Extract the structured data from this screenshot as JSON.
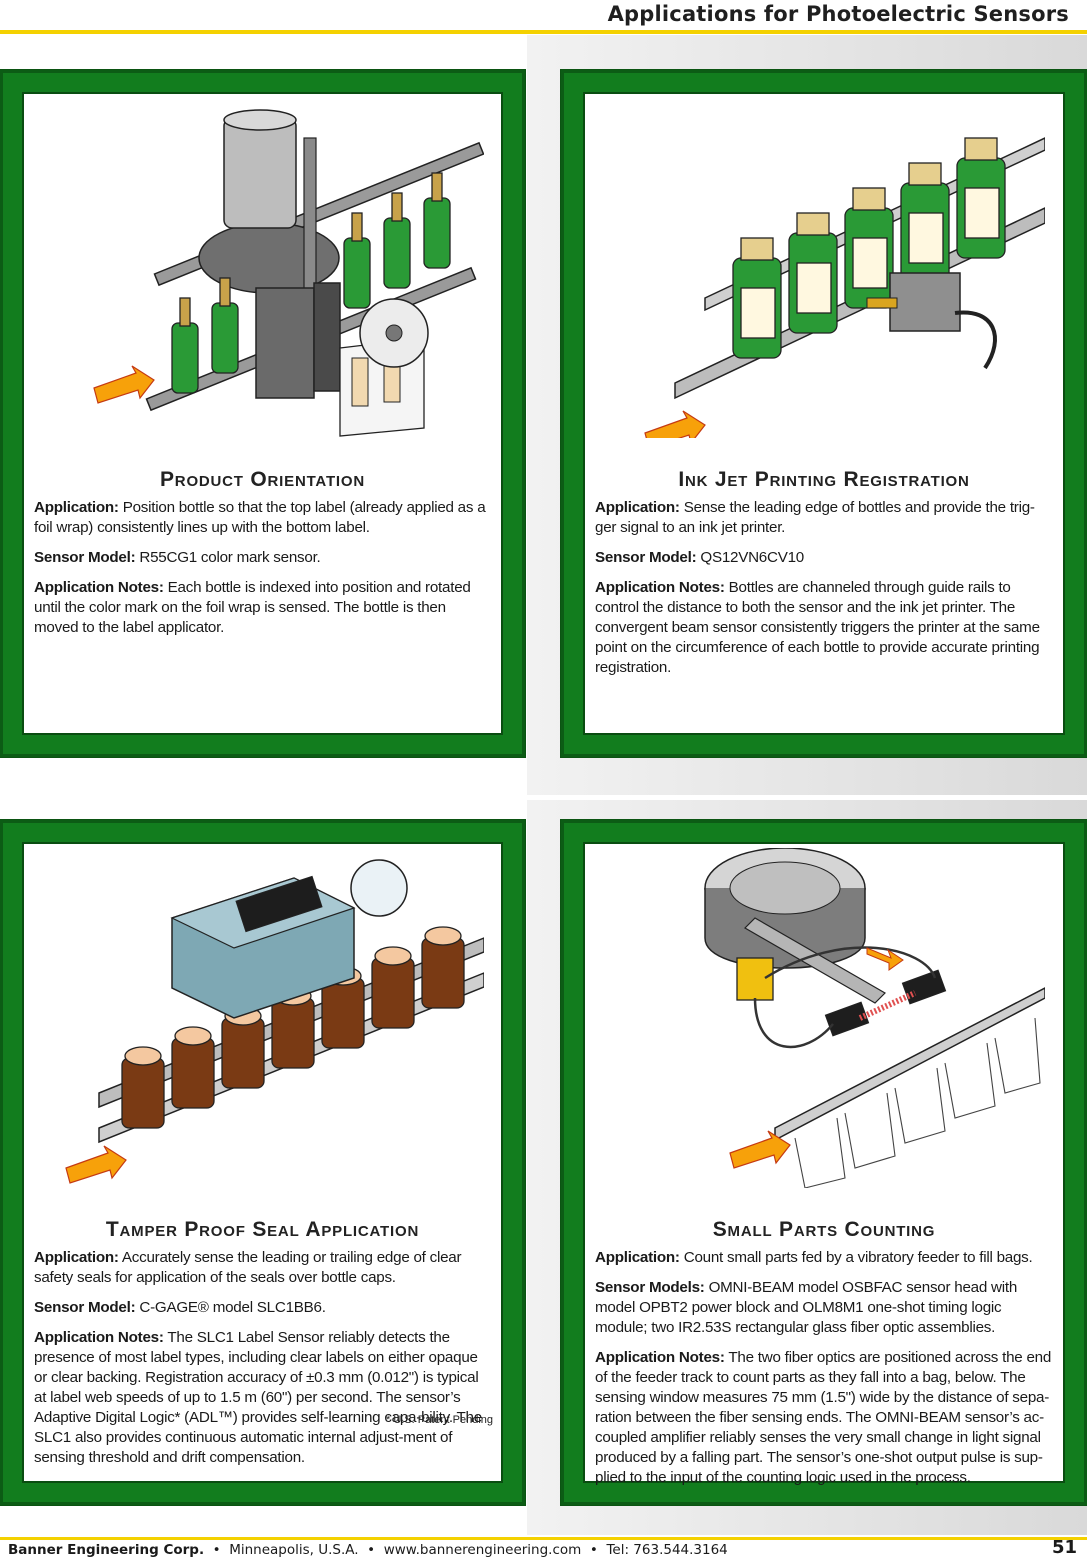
{
  "header": {
    "title": "Applications for Photoelectric Sensors"
  },
  "panels": [
    {
      "title": "Product Orientation",
      "application_label": "Application:",
      "application": "Position bottle so that the top label (already applied as a foil wrap) consistently lines up with the bottom label.",
      "sensor_label": "Sensor Model:",
      "sensor": "R55CG1 color mark sensor.",
      "notes_label": "Application Notes:",
      "notes": "Each bottle is indexed into position and rotated until the color mark on the foil wrap is sensed. The bottle is then moved to the label applicator."
    },
    {
      "title": "Ink Jet Printing Registration",
      "application_label": "Application:",
      "application": "Sense the leading edge of bottles and provide the trig-ger signal to an ink jet printer.",
      "sensor_label": "Sensor Model:",
      "sensor": "QS12VN6CV10",
      "notes_label": "Application Notes:",
      "notes": "Bottles are channeled through guide rails to control the distance to both the sensor and the ink jet printer. The convergent beam sensor consistently triggers the printer at the same point on the circumference of each bottle to provide accurate printing registration."
    },
    {
      "title": "Tamper Proof Seal Application",
      "application_label": "Application:",
      "application": "Accurately sense the leading or trailing edge of clear safety seals for application of the seals over bottle caps.",
      "sensor_label": "Sensor Model:",
      "sensor": "C-GAGE® model SLC1BB6.",
      "notes_label": "Application Notes:",
      "notes": "The SLC1 Label Sensor reliably detects the presence of most label types, including clear labels on either opaque or clear backing. Registration accuracy of ±0.3 mm (0.012\") is typical at label web speeds of up to 1.5 m (60\") per second. The sensor’s Adaptive Digital Logic* (ADL™) provides self-learning capa-bility. The SLC1 also provides continuous automatic internal adjust-ment of sensing threshold and drift compensation.",
      "footnote": "* U.S. Patent Pending"
    },
    {
      "title": "Small Parts Counting",
      "application_label": "Application:",
      "application": "Count small parts fed by a vibratory feeder to fill bags.",
      "sensor_label": "Sensor Models:",
      "sensor": "OMNI-BEAM model OSBFAC sensor head with model OPBT2 power block and OLM8M1 one-shot timing logic module; two IR2.53S rectangular glass fiber optic assemblies.",
      "notes_label": "Application Notes:",
      "notes": "The two fiber optics are positioned across the end of the feeder track to count parts as they fall into a bag, below. The sensing window measures 75 mm (1.5\") wide by the distance of sepa-ration between the fiber sensing ends. The OMNI-BEAM sensor’s ac-coupled amplifier reliably senses the very small change in light signal produced by a falling part. The sensor’s one-shot output pulse is sup-plied to the input of the counting logic used in the process."
    }
  ],
  "footer": {
    "company": "Banner Engineering Corp.",
    "location": "Minneapolis, U.S.A.",
    "website": "www.bannerengineering.com",
    "phone": "Tel: 763.544.3164",
    "page_number": "51"
  },
  "colors": {
    "panel_green": "#127d1e",
    "accent_yellow": "#f4d100",
    "bottle_green": "#2a9a36",
    "amber": "#a4551e"
  }
}
